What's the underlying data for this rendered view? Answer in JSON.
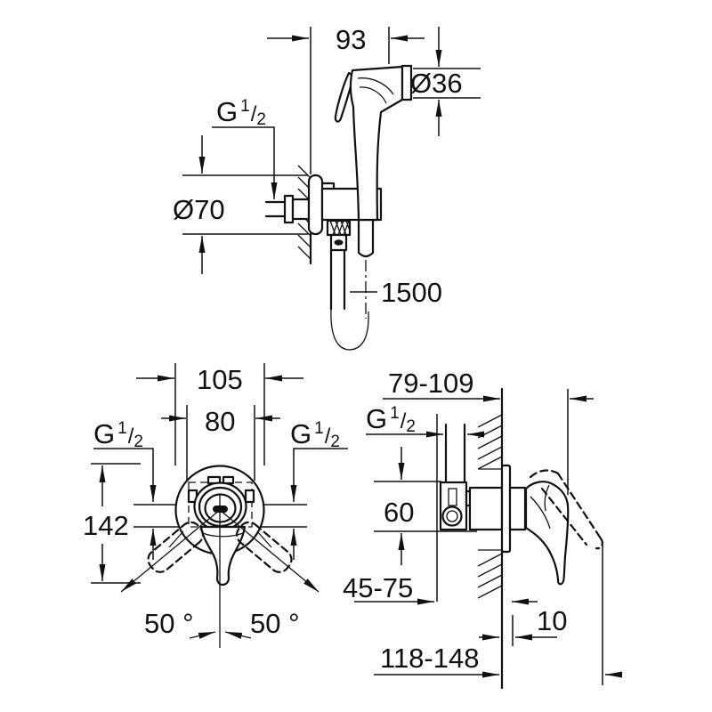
{
  "colors": {
    "background": "#ffffff",
    "ink": "#111111"
  },
  "drawing_type": "product installation dimension drawing (hand shower set with concealed mixer)",
  "labels": {
    "g_half": {
      "g": "G",
      "num": "1",
      "slash": "/",
      "den": "2"
    }
  },
  "dims": {
    "top": {
      "width": "93",
      "head_dia": "Ø36",
      "plate_dia": "Ø70",
      "hose": "1500"
    },
    "front": {
      "dia": "105",
      "width": "80",
      "height": "142",
      "angle_l": "50 °",
      "angle_r": "50 °"
    },
    "side": {
      "depth": "79-109",
      "body": "60",
      "min": "45-75",
      "wall": "10",
      "total": "118-148"
    }
  }
}
